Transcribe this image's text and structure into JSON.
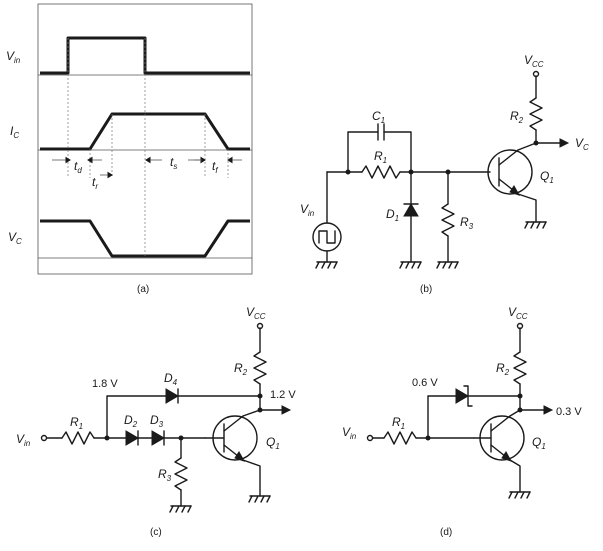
{
  "panel_a": {
    "caption": "(a)",
    "vin": "V",
    "vin_sub": "in",
    "ic": "I",
    "ic_sub": "C",
    "vc": "V",
    "vc_sub": "C",
    "td": "t",
    "td_sub": "d",
    "tr": "t",
    "tr_sub": "r",
    "ts": "t",
    "ts_sub": "s",
    "tf": "t",
    "tf_sub": "f"
  },
  "panel_b": {
    "caption": "(b)",
    "c1": "C",
    "c1_sub": "1",
    "r1": "R",
    "r1_sub": "1",
    "r2": "R",
    "r2_sub": "2",
    "r3": "R",
    "r3_sub": "3",
    "d1": "D",
    "d1_sub": "1",
    "q1": "Q",
    "q1_sub": "1",
    "vcc": "V",
    "vcc_sub": "CC",
    "vc": "V",
    "vc_sub": "C",
    "vin": "V",
    "vin_sub": "in"
  },
  "panel_c": {
    "caption": "(c)",
    "v18": "1.8 V",
    "v12": "1.2 V",
    "d4": "D",
    "d4_sub": "4",
    "d2": "D",
    "d2_sub": "2",
    "d3": "D",
    "d3_sub": "3",
    "r1": "R",
    "r1_sub": "1",
    "r2": "R",
    "r2_sub": "2",
    "r3": "R",
    "r3_sub": "3",
    "q1": "Q",
    "q1_sub": "1",
    "vcc": "V",
    "vcc_sub": "CC",
    "vin": "V",
    "vin_sub": "in"
  },
  "panel_d": {
    "caption": "(d)",
    "v06": "0.6 V",
    "v03": "0.3 V",
    "r1": "R",
    "r1_sub": "1",
    "r2": "R",
    "r2_sub": "2",
    "q1": "Q",
    "q1_sub": "1",
    "vcc": "V",
    "vcc_sub": "CC",
    "vin": "V",
    "vin_sub": "in"
  }
}
